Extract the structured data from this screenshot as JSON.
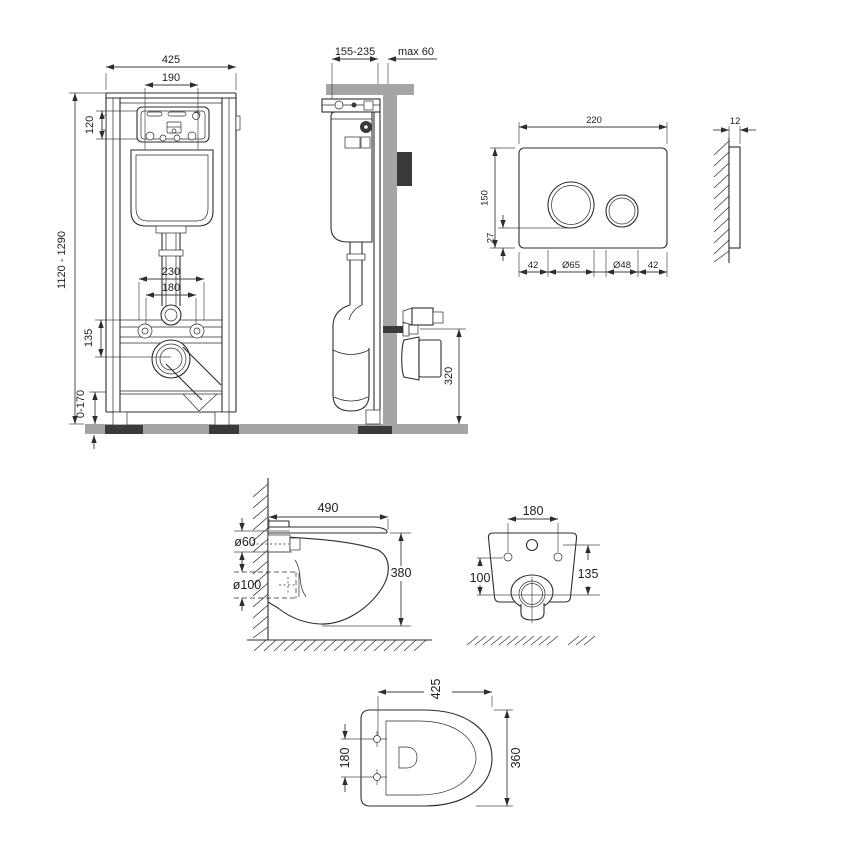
{
  "drawing": {
    "frame_front": {
      "width": "425",
      "access_width": "190",
      "access_height": "120",
      "install_height": "1120 - 1290",
      "fixing_span_outer": "230",
      "fixing_span_inner": "180",
      "drain_offset": "135",
      "feet_range": "0-170"
    },
    "frame_side": {
      "frame_depth": "155-235",
      "wall_offset": "max 60",
      "outlet_height": "320"
    },
    "flush_plate": {
      "width": "220",
      "height": "150",
      "button_offset": "27",
      "margin_left": "42",
      "button_large": "Ø65",
      "button_small": "Ø48",
      "margin_right": "42",
      "thickness": "12"
    },
    "bowl_side": {
      "depth": "490",
      "inlet": "ø60",
      "outlet": "ø100",
      "height": "380"
    },
    "bowl_rear": {
      "hole_span": "180",
      "outlet_offset": "100",
      "inlet_offset": "135"
    },
    "bowl_top": {
      "depth": "425",
      "hole_span": "180",
      "width": "360"
    }
  },
  "colors": {
    "line": "#2d2d2d",
    "surface_gray": "#a5a5a5",
    "dark_fill": "#3a3a3a",
    "background": "#ffffff"
  }
}
